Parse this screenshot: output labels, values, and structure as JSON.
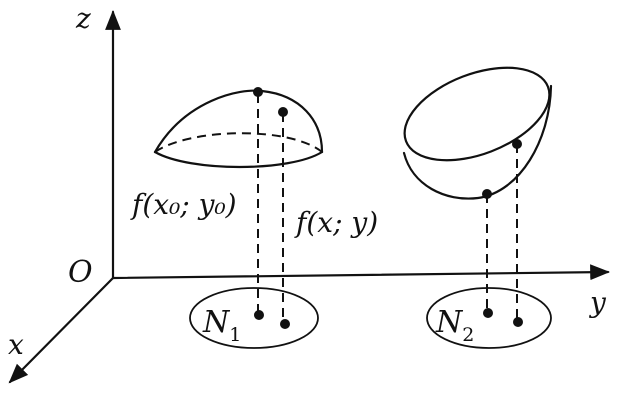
{
  "axes": {
    "z": "z",
    "y": "y",
    "x": "x",
    "origin": "O"
  },
  "labels": {
    "f_at_point0": "f(x₀; y₀)",
    "f_general": "f(x; y)",
    "region1": "N",
    "region1_sub": "1",
    "region2": "N",
    "region2_sub": "2"
  }
}
